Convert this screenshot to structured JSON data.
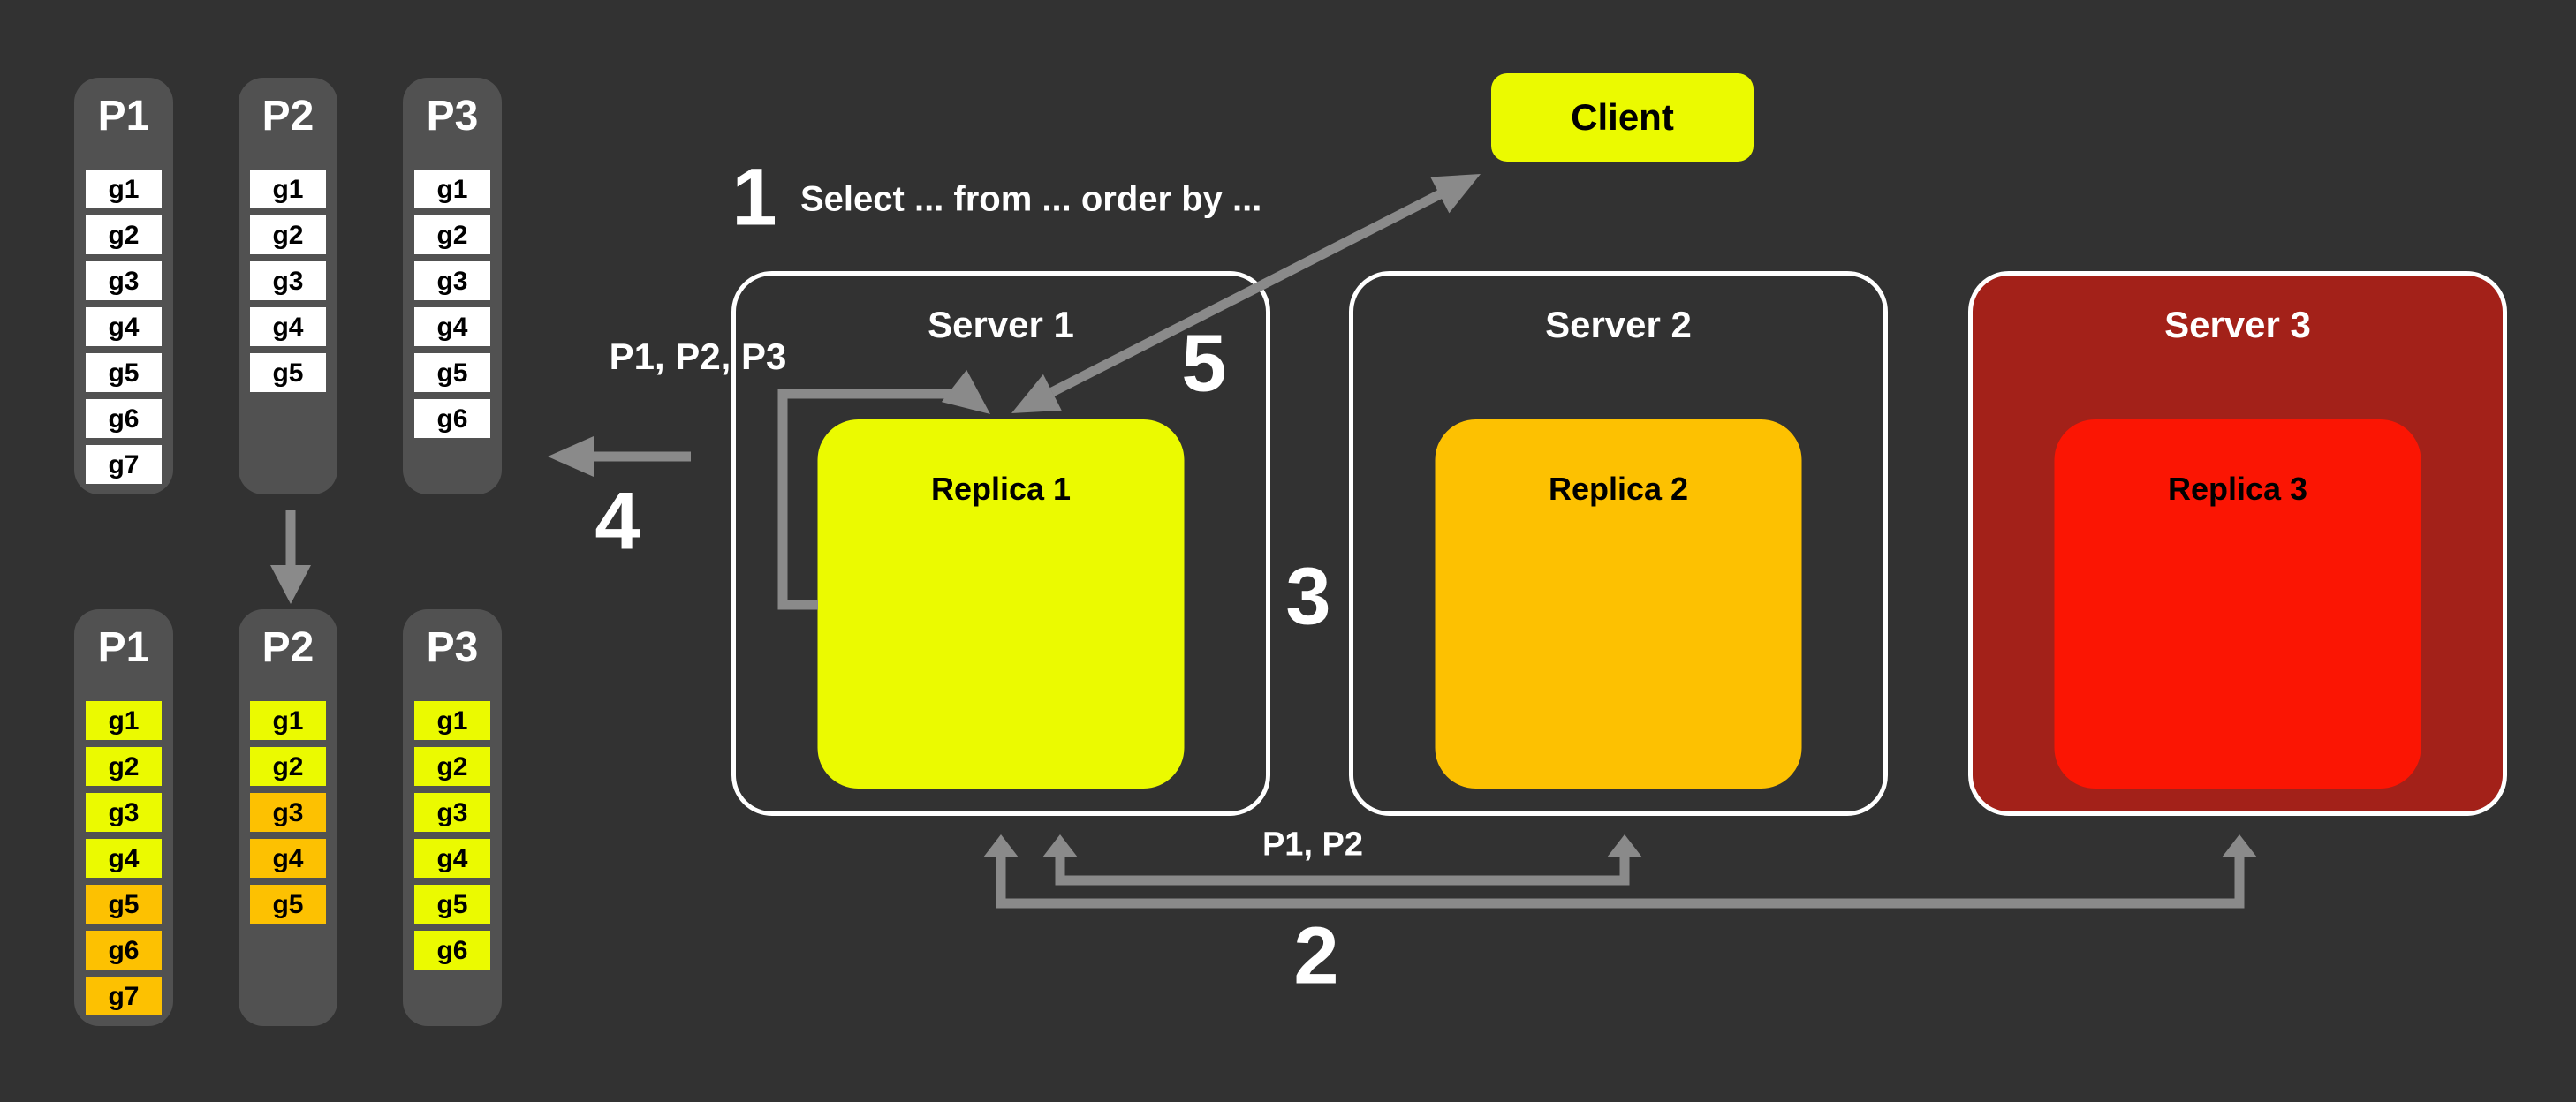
{
  "colors": {
    "background": "#323232",
    "column_bg": "#515151",
    "arrow": "#8a8a8a",
    "yellow": "#ebfa00",
    "orange": "#fdc101",
    "red": "#fb1503",
    "dark_red": "#a32119"
  },
  "client": {
    "label": "Client"
  },
  "steps": {
    "step1": {
      "number": "1",
      "query": "Select ... from ... order by ..."
    },
    "step2": {
      "number": "2"
    },
    "step3": {
      "number": "3"
    },
    "step4": {
      "number": "4"
    },
    "step5": {
      "number": "5"
    }
  },
  "labels": {
    "server1_partitions": "P1, P2, P3",
    "broadcast_partitions": "P1, P2"
  },
  "servers": [
    {
      "name": "Server 1",
      "fill": "none",
      "replica": {
        "label": "Replica 1",
        "color": "yellow"
      }
    },
    {
      "name": "Server 2",
      "fill": "none",
      "replica": {
        "label": "Replica 2",
        "color": "orange"
      }
    },
    {
      "name": "Server 3",
      "fill": "dark-red",
      "replica": {
        "label": "Replica 3",
        "color": "red"
      }
    }
  ],
  "partition_groups": [
    {
      "name": "unsorted",
      "columns": [
        {
          "label": "P1",
          "cells": [
            {
              "label": "g1",
              "color": "white"
            },
            {
              "label": "g2",
              "color": "white"
            },
            {
              "label": "g3",
              "color": "white"
            },
            {
              "label": "g4",
              "color": "white"
            },
            {
              "label": "g5",
              "color": "white"
            },
            {
              "label": "g6",
              "color": "white"
            },
            {
              "label": "g7",
              "color": "white"
            }
          ]
        },
        {
          "label": "P2",
          "cells": [
            {
              "label": "g1",
              "color": "white"
            },
            {
              "label": "g2",
              "color": "white"
            },
            {
              "label": "g3",
              "color": "white"
            },
            {
              "label": "g4",
              "color": "white"
            },
            {
              "label": "g5",
              "color": "white"
            }
          ]
        },
        {
          "label": "P3",
          "cells": [
            {
              "label": "g1",
              "color": "white"
            },
            {
              "label": "g2",
              "color": "white"
            },
            {
              "label": "g3",
              "color": "white"
            },
            {
              "label": "g4",
              "color": "white"
            },
            {
              "label": "g5",
              "color": "white"
            },
            {
              "label": "g6",
              "color": "white"
            }
          ]
        }
      ]
    },
    {
      "name": "sorted",
      "columns": [
        {
          "label": "P1",
          "cells": [
            {
              "label": "g1",
              "color": "yellow"
            },
            {
              "label": "g2",
              "color": "yellow"
            },
            {
              "label": "g3",
              "color": "yellow"
            },
            {
              "label": "g4",
              "color": "yellow"
            },
            {
              "label": "g5",
              "color": "orange"
            },
            {
              "label": "g6",
              "color": "orange"
            },
            {
              "label": "g7",
              "color": "orange"
            }
          ]
        },
        {
          "label": "P2",
          "cells": [
            {
              "label": "g1",
              "color": "yellow"
            },
            {
              "label": "g2",
              "color": "yellow"
            },
            {
              "label": "g3",
              "color": "orange"
            },
            {
              "label": "g4",
              "color": "orange"
            },
            {
              "label": "g5",
              "color": "orange"
            }
          ]
        },
        {
          "label": "P3",
          "cells": [
            {
              "label": "g1",
              "color": "yellow"
            },
            {
              "label": "g2",
              "color": "yellow"
            },
            {
              "label": "g3",
              "color": "yellow"
            },
            {
              "label": "g4",
              "color": "yellow"
            },
            {
              "label": "g5",
              "color": "yellow"
            },
            {
              "label": "g6",
              "color": "yellow"
            }
          ]
        }
      ]
    }
  ]
}
